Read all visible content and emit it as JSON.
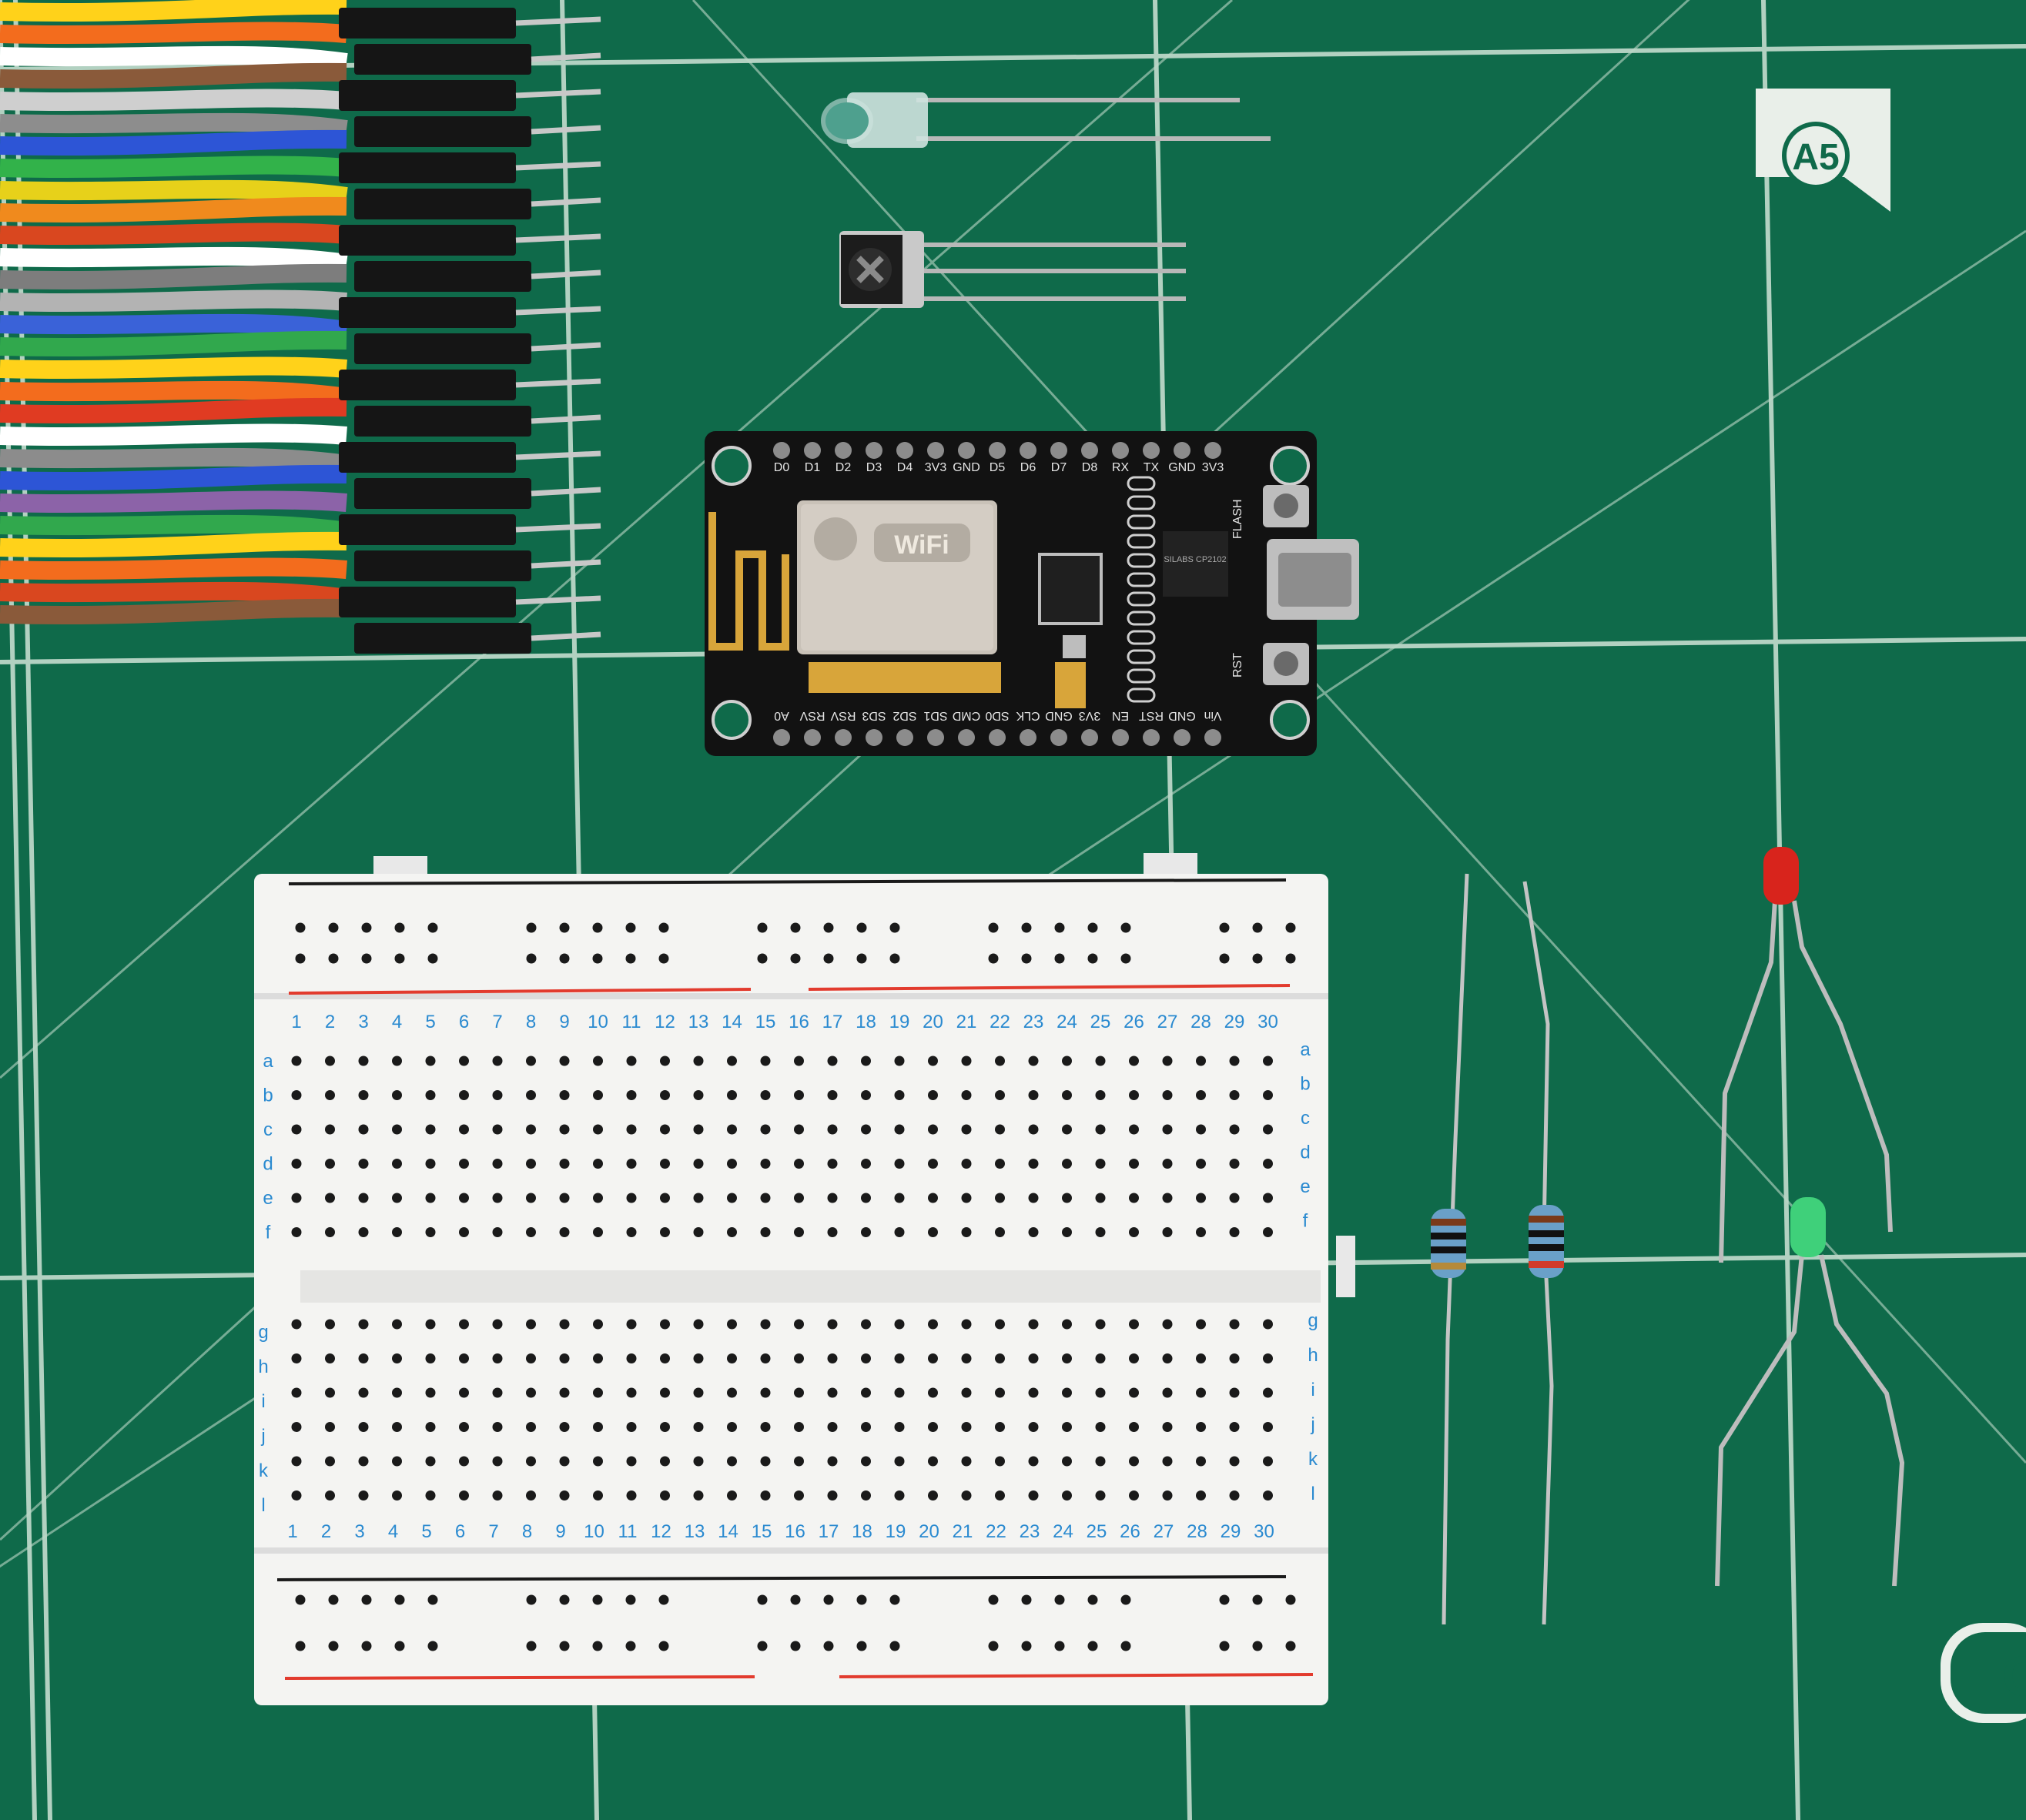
{
  "mat": {
    "grid_label": "A5",
    "corner_label": "C",
    "colors": {
      "mat": "#0f6a4a",
      "grid": "#cfe3d6"
    }
  },
  "nodemcu": {
    "wifi_text": "WiFi",
    "top_pins": [
      "D0",
      "D1",
      "D2",
      "D3",
      "D4",
      "3V3",
      "GND",
      "D5",
      "D6",
      "D7",
      "D8",
      "RX",
      "TX",
      "GND",
      "3V3"
    ],
    "bottom_pins": [
      "A0",
      "RSV",
      "RSV",
      "SD3",
      "SD2",
      "SD1",
      "CMD",
      "SD0",
      "CLK",
      "GND",
      "3V3",
      "EN",
      "RST",
      "GND",
      "Vin"
    ],
    "flash_label": "FLASH",
    "rst_label": "RST",
    "chip_text": "SILABS CP2102"
  },
  "breadboard": {
    "columns": [
      "1",
      "2",
      "3",
      "4",
      "5",
      "6",
      "7",
      "8",
      "9",
      "10",
      "11",
      "12",
      "13",
      "14",
      "15",
      "16",
      "17",
      "18",
      "19",
      "20",
      "21",
      "22",
      "23",
      "24",
      "25",
      "26",
      "27",
      "28",
      "29",
      "30"
    ],
    "rows_top": [
      "a",
      "b",
      "c",
      "d",
      "e",
      "f"
    ],
    "rows_bottom": [
      "g",
      "h",
      "i",
      "j",
      "k",
      "l"
    ],
    "colors": {
      "body": "#f4f4f2",
      "numbers": "#2a8ad0",
      "rail_red": "#e23b2e",
      "rail_black": "#1a1a1a"
    }
  },
  "components": {
    "resistor_count": 2,
    "led_colors": [
      "#d8241c",
      "#3fd07a"
    ]
  }
}
